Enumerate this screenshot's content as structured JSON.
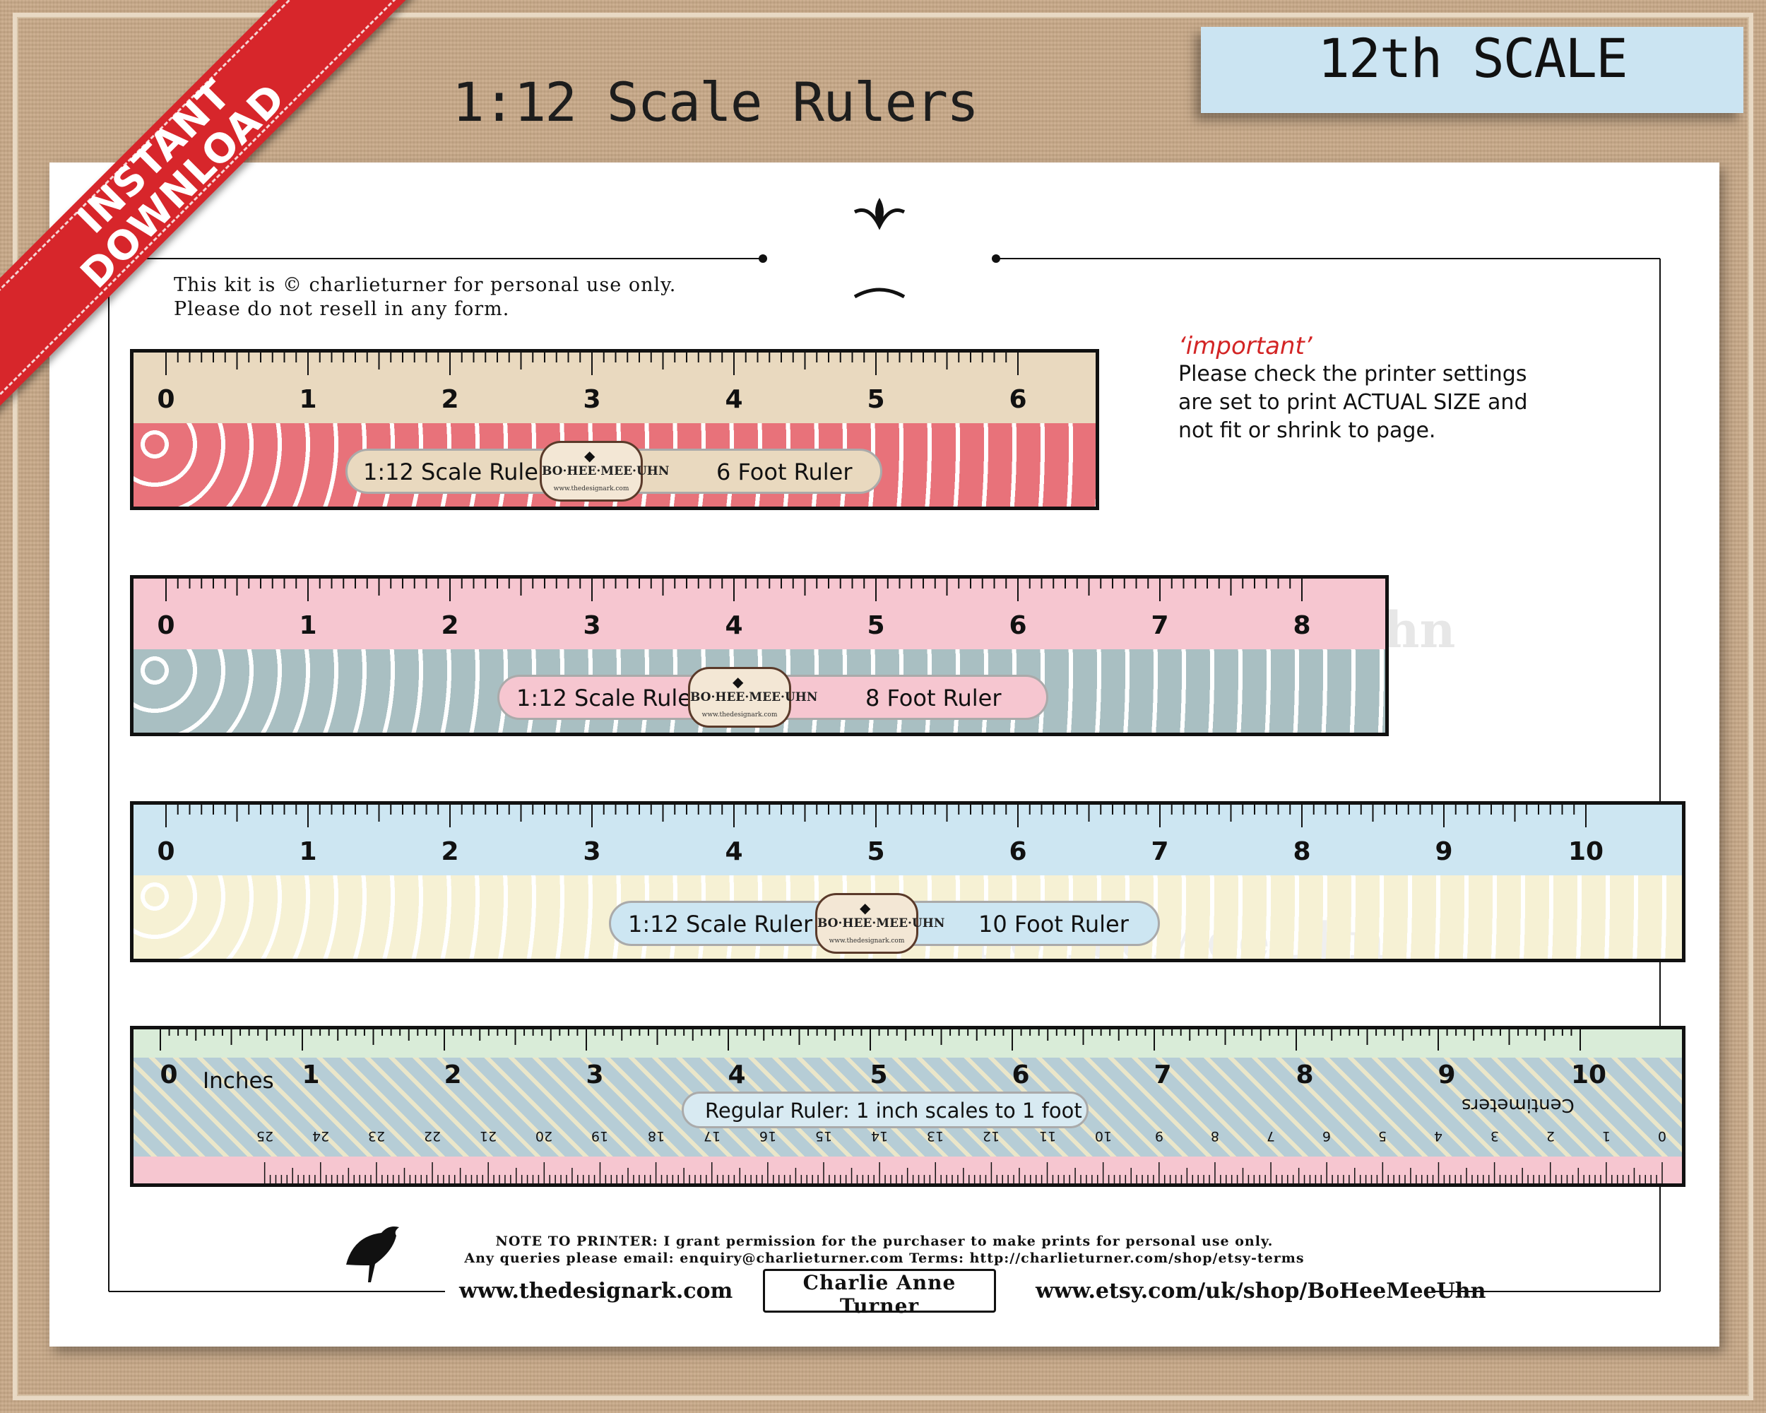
{
  "page": {
    "title": "1:12 Scale Rulers",
    "badge": "12th SCALE",
    "ribbon": {
      "line1": "INSTANT",
      "line2": "DOWNLOAD"
    }
  },
  "sheet": {
    "logo": "BoHeeMeeUhn",
    "copyright_line1": "This kit is © charlieturner for personal use only.",
    "copyright_line2": "Please do not resell in any form.",
    "important": {
      "heading": "‘important’",
      "line1": "Please check the printer settings",
      "line2": "are set to print ACTUAL SIZE and",
      "line3": "not fit or shrink to page."
    },
    "watermark": "BoHeeMeeUhn"
  },
  "rulers": [
    {
      "scale_label": "1:12 Scale Ruler",
      "length_label": "6 Foot Ruler",
      "numbers": [
        "0",
        "1",
        "2",
        "3",
        "4",
        "5",
        "6"
      ],
      "top_color": "#e9d9bf",
      "band_color": "#e8727a"
    },
    {
      "scale_label": "1:12 Scale Ruler",
      "length_label": "8 Foot Ruler",
      "numbers": [
        "0",
        "1",
        "2",
        "3",
        "4",
        "5",
        "6",
        "7",
        "8"
      ],
      "top_color": "#f6c6d0",
      "band_color": "#a9bfc2"
    },
    {
      "scale_label": "1:12 Scale Ruler",
      "length_label": "10 Foot Ruler",
      "numbers": [
        "0",
        "1",
        "2",
        "3",
        "4",
        "5",
        "6",
        "7",
        "8",
        "9",
        "10"
      ],
      "top_color": "#cde6f2",
      "band_color": "#f6f1d4"
    }
  ],
  "regular_ruler": {
    "label": "Regular  Ruler: 1 inch scales to 1 foot",
    "inches_label": "Inches",
    "centimeters_label": "Centimeters",
    "numbers": [
      "0",
      "1",
      "2",
      "3",
      "4",
      "5",
      "6",
      "7",
      "8",
      "9",
      "10"
    ],
    "cm_numbers": [
      "25",
      "24",
      "23",
      "22",
      "21",
      "20",
      "19",
      "18",
      "17",
      "16",
      "15",
      "14",
      "13",
      "12",
      "11",
      "10",
      "9",
      "8",
      "7",
      "6",
      "5",
      "4",
      "3",
      "2",
      "1",
      "0"
    ],
    "top_color": "#d9ecd8",
    "band_color": "#b6cdd6",
    "bottom_color": "#f6c6d0"
  },
  "emblem": {
    "name": "BO·HEE·MEE·UHN",
    "url": "www.thedesignark.com"
  },
  "footer": {
    "note1": "NOTE TO PRINTER: I grant permission for the purchaser to make prints for personal use only.",
    "note2": "Any queries please email: enquiry@charlieturner.com    Terms: http://charlieturner.com/shop/etsy-terms",
    "site": "www.thedesignark.com",
    "name": "Charlie Anne Turner",
    "etsy": "www.etsy.com/uk/shop/BoHeeMeeUhn"
  }
}
